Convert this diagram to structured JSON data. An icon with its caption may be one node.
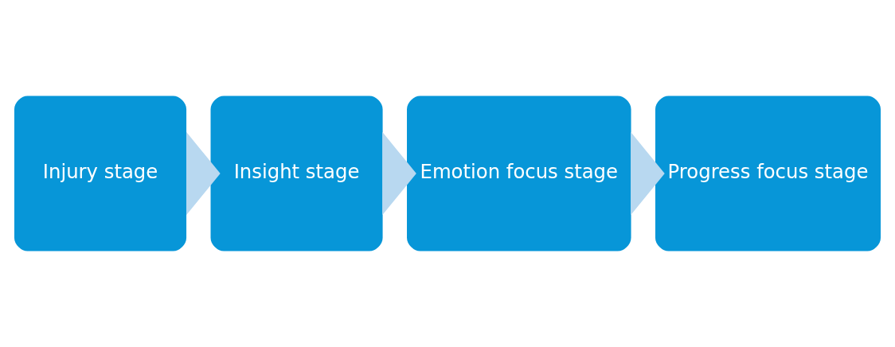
{
  "diagram": {
    "nodes": [
      {
        "text": [
          "Injury stage"
        ]
      },
      {
        "text": [
          "Insight stage"
        ]
      },
      {
        "text": [
          "Emotion focus stage"
        ]
      },
      {
        "text": [
          "Progress focus stage"
        ]
      }
    ],
    "edges": [
      {
        "from": 0,
        "to": 1,
        "arrow": "to",
        "style": "thick",
        "color": "#b8d8f0"
      },
      {
        "from": 1,
        "to": 2,
        "arrow": "to",
        "style": "thick",
        "color": "#b8d8f0"
      },
      {
        "from": 2,
        "to": 3,
        "arrow": "to",
        "style": "thick",
        "color": "#b8d8f0"
      }
    ]
  }
}
